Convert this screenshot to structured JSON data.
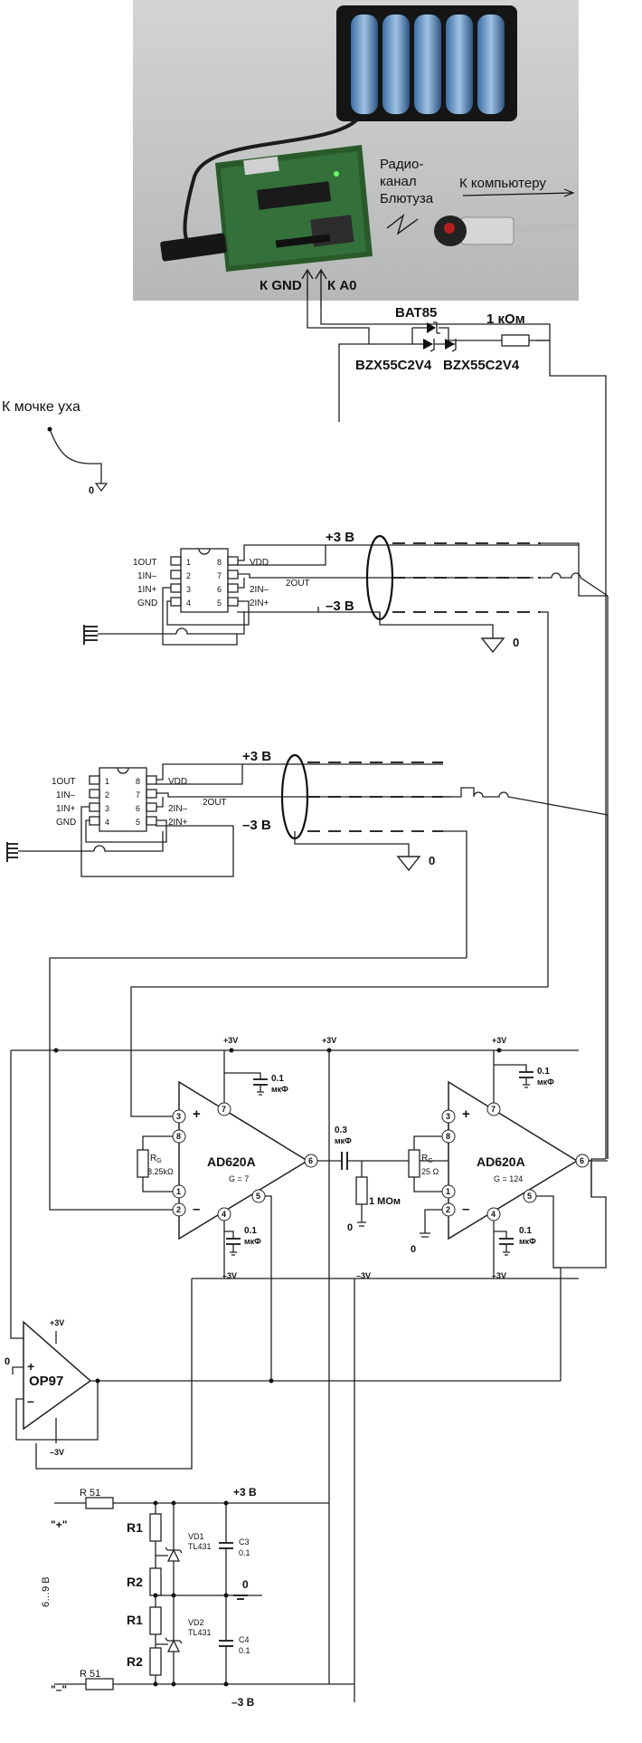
{
  "photo": {
    "wireless_label_1": "Радио-",
    "wireless_label_2": "канал",
    "wireless_label_3": "Блютуза",
    "pc_label": "К компьютеру"
  },
  "connector": {
    "gnd_label": "К GND",
    "a0_label": "К А0",
    "schottky_label": "BAT85",
    "resistor_label": "1 кОм",
    "zener_left_label": "BZX55C2V4",
    "zener_right_label": "BZX55C2V4"
  },
  "ear_lead": {
    "label": "К мочке уха",
    "ground_label": "0"
  },
  "buffer_top": {
    "pins_left": [
      "1OUT",
      "1IN–",
      "1IN+",
      "GND"
    ],
    "pins_right": [
      "VDD",
      "2IN–",
      "2IN+"
    ],
    "pin_numbers_left": [
      "1",
      "2",
      "3",
      "4"
    ],
    "pin_numbers_right": [
      "8",
      "7",
      "6",
      "5"
    ],
    "out_label": "2OUT",
    "plus_rail": "+3 В",
    "minus_rail": "–3 В",
    "ground_label": "0"
  },
  "buffer_bottom": {
    "pins_left": [
      "1OUT",
      "1IN–",
      "1IN+",
      "GND"
    ],
    "pins_right": [
      "VDD",
      "2IN–",
      "2IN+"
    ],
    "pin_numbers_left": [
      "1",
      "2",
      "3",
      "4"
    ],
    "pin_numbers_right": [
      "8",
      "7",
      "6",
      "5"
    ],
    "out_label": "2OUT",
    "plus_rail": "+3 В",
    "minus_rail": "–3 В",
    "ground_label": "0"
  },
  "amp1": {
    "name": "AD620A",
    "gain": "G = 7",
    "rg_label": "R",
    "rg_sub": "G",
    "rg_value": "8.25kΩ",
    "supply_plus": "+3V",
    "supply_minus": "–3V",
    "cap_top": "0.1",
    "cap_top_unit": "мкФ",
    "cap_bottom": "0.1",
    "cap_bottom_unit": "мкФ",
    "pins": [
      "3",
      "8",
      "1",
      "2",
      "7",
      "4",
      "5",
      "6"
    ]
  },
  "coupling": {
    "cap_value": "0.3",
    "cap_unit": "мкФ",
    "res_value": "1 МОм",
    "ground_label": "0",
    "rail_label": "+3V",
    "rail_minus": "–3V"
  },
  "amp2": {
    "name": "AD620A",
    "gain": "G = 124",
    "rg_label": "R",
    "rg_sub": "G",
    "rg_value": "25 Ω",
    "supply_plus": "+3V",
    "supply_minus": "–3V",
    "cap_top": "0.1",
    "cap_top_unit": "мкФ",
    "cap_bottom": "0.1",
    "cap_bottom_unit": "мкФ",
    "ground_left": "0",
    "pins": [
      "3",
      "8",
      "1",
      "2",
      "7",
      "4",
      "5",
      "6"
    ]
  },
  "op97": {
    "name": "OP97",
    "supply_plus": "+3V",
    "supply_minus": "–3V",
    "ground_label": "0",
    "plus_sign": "+",
    "minus_sign": "–"
  },
  "power": {
    "plus_label": "\"+\"",
    "minus_label": "\"–\"",
    "rs_top": "R  51",
    "rs_bottom": "R  51",
    "r1_top": "R1",
    "r2_top": "R2",
    "r1_bottom": "R1",
    "r2_bottom": "R2",
    "vd1_name": "VD1",
    "vd1_part": "TL431",
    "vd2_name": "VD2",
    "vd2_part": "TL431",
    "c3_name": "C3",
    "c3_value": "0.1",
    "c4_name": "C4",
    "c4_value": "0.1",
    "out_plus": "+3 В",
    "out_zero": "0",
    "out_minus": "–3 В",
    "input_range": "6…9 В"
  }
}
